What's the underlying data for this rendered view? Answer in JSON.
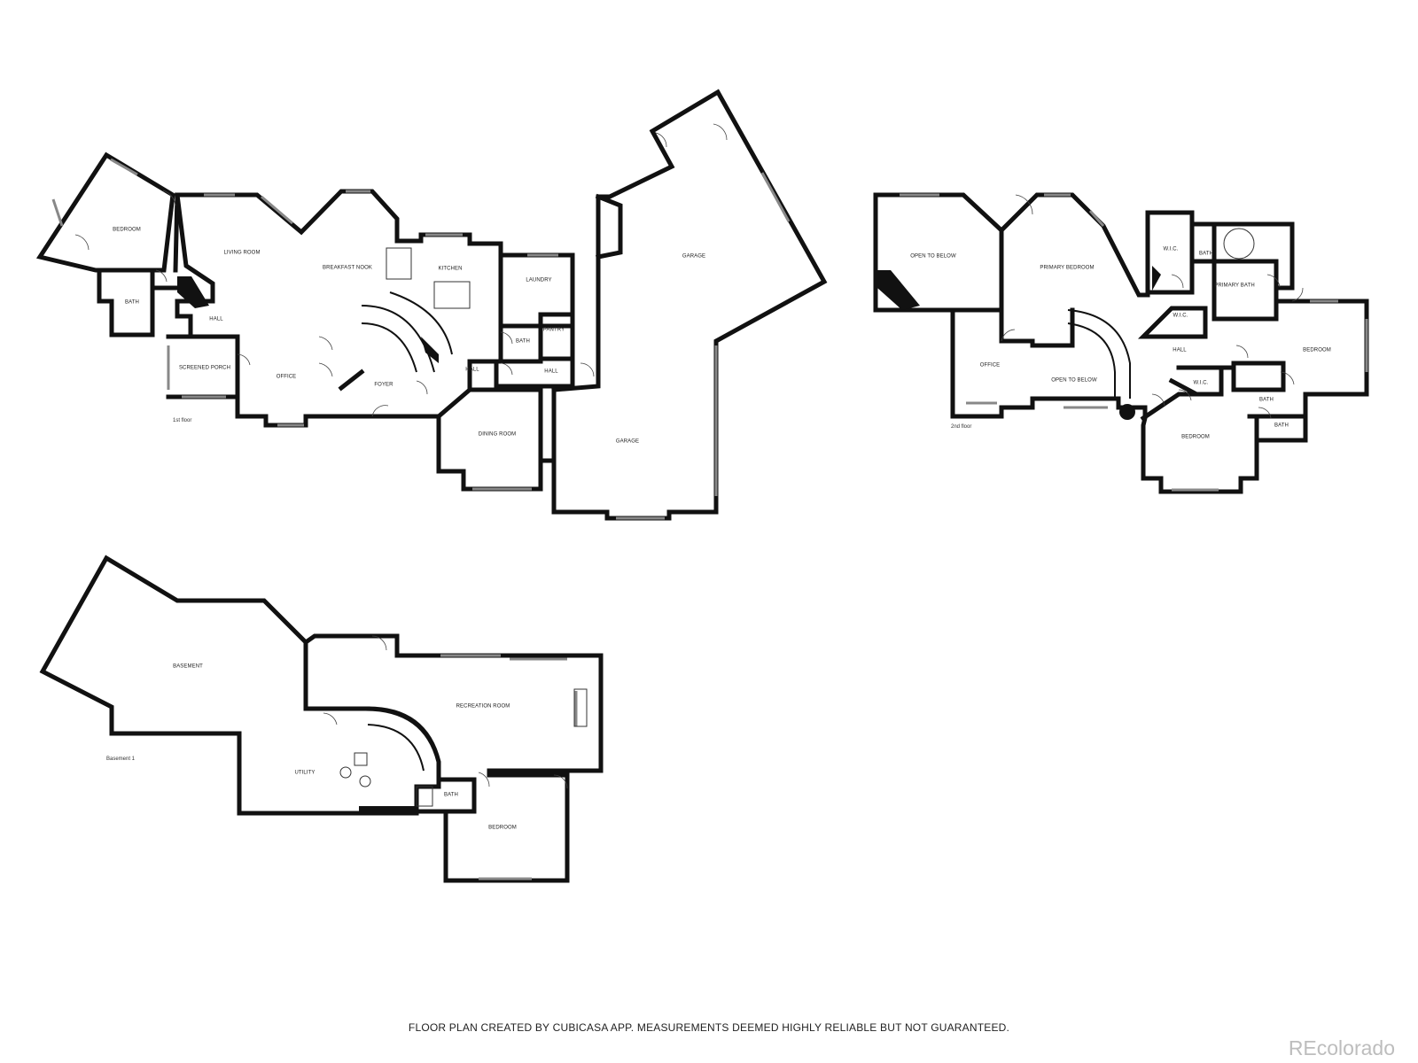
{
  "floors": [
    {
      "id": "first",
      "label": "1st floor",
      "rooms": [
        {
          "id": "bedroom",
          "label": "BEDROOM"
        },
        {
          "id": "living-room",
          "label": "LIVING ROOM"
        },
        {
          "id": "breakfast-nook",
          "label": "BREAKFAST NOOK"
        },
        {
          "id": "kitchen",
          "label": "KITCHEN"
        },
        {
          "id": "laundry",
          "label": "LAUNDRY"
        },
        {
          "id": "garage-upper",
          "label": "GARAGE"
        },
        {
          "id": "bath",
          "label": "BATH"
        },
        {
          "id": "hall-a",
          "label": "HALL"
        },
        {
          "id": "bath-small",
          "label": "BATH"
        },
        {
          "id": "pantry",
          "label": "PANTRY"
        },
        {
          "id": "screened-porch",
          "label": "SCREENED PORCH"
        },
        {
          "id": "office",
          "label": "OFFICE"
        },
        {
          "id": "foyer",
          "label": "FOYER"
        },
        {
          "id": "hall-b",
          "label": "HALL"
        },
        {
          "id": "hall-c",
          "label": "HALL"
        },
        {
          "id": "dining-room",
          "label": "DINING ROOM"
        },
        {
          "id": "garage-lower",
          "label": "GARAGE"
        }
      ]
    },
    {
      "id": "second",
      "label": "2nd floor",
      "rooms": [
        {
          "id": "open-to-below-a",
          "label": "OPEN TO BELOW"
        },
        {
          "id": "primary-bedroom",
          "label": "PRIMARY BEDROOM"
        },
        {
          "id": "wic-a",
          "label": "W.I.C."
        },
        {
          "id": "bath-a",
          "label": "BATH"
        },
        {
          "id": "primary-bath",
          "label": "PRIMARY BATH"
        },
        {
          "id": "wic-b",
          "label": "W.I.C."
        },
        {
          "id": "hall",
          "label": "HALL"
        },
        {
          "id": "bedroom-a",
          "label": "BEDROOM"
        },
        {
          "id": "office",
          "label": "OFFICE"
        },
        {
          "id": "open-to-below-b",
          "label": "OPEN TO BELOW"
        },
        {
          "id": "wic-c",
          "label": "W.I.C."
        },
        {
          "id": "bath-b",
          "label": "BATH"
        },
        {
          "id": "bath-c",
          "label": "BATH"
        },
        {
          "id": "bedroom-b",
          "label": "BEDROOM"
        }
      ]
    },
    {
      "id": "basement",
      "label": "Basement 1",
      "rooms": [
        {
          "id": "basement",
          "label": "BASEMENT"
        },
        {
          "id": "recreation-room",
          "label": "RECREATION ROOM"
        },
        {
          "id": "utility",
          "label": "UTILITY"
        },
        {
          "id": "bath",
          "label": "BATH"
        },
        {
          "id": "bedroom",
          "label": "BEDROOM"
        }
      ]
    }
  ],
  "footer": "FLOOR PLAN CREATED BY CUBICASA APP. MEASUREMENTS DEEMED HIGHLY RELIABLE BUT NOT GUARANTEED.",
  "watermark": "REcolorado"
}
